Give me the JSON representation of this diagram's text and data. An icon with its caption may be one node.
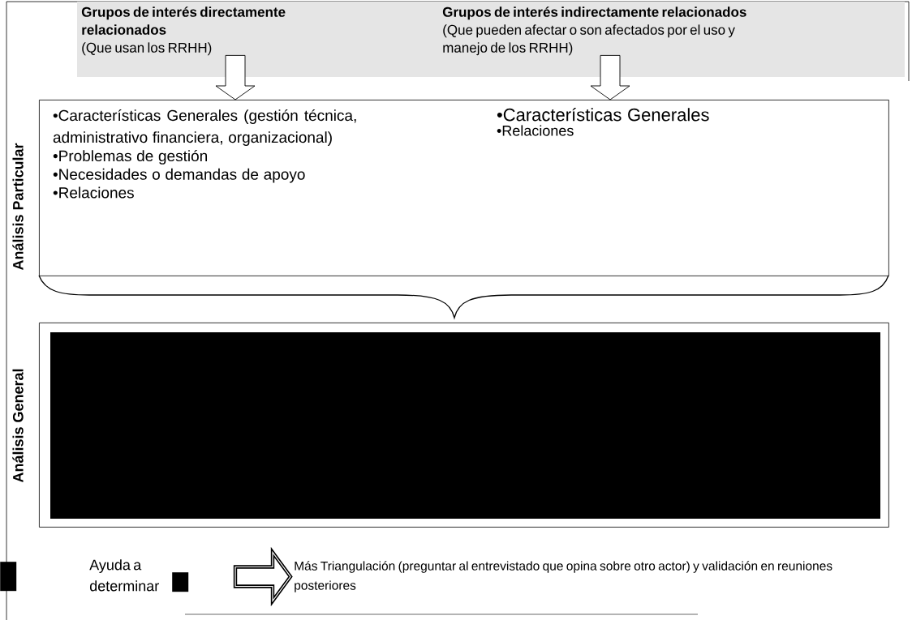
{
  "diagram": {
    "nodes": [
      {
        "text": [
          "Grupos de interés directamente relacionados",
          "(Que usan los RRHH)"
        ]
      },
      {
        "text": [
          "Grupos de interés indirectamente relacionados",
          "(Que pueden afectar o son afectados por el uso y manejo de los RRHH)"
        ]
      },
      {
        "text": [
          "•Características Generales (gestión técnica, administrativo financiera, organizacional)",
          "•Problemas de gestión",
          "•Necesidades o demandas de apoyo",
          "•Relaciones",
          "•Características Generales",
          "•Relaciones"
        ],
        "beside": [
          "Análisis Particular"
        ]
      },
      {
        "text": [],
        "shape": "box",
        "beside": [
          "Análisis General"
        ]
      },
      {
        "text": [],
        "shape": "box"
      },
      {
        "text": [
          "Ayuda a determinar"
        ]
      },
      {
        "text": [],
        "shape": "box"
      },
      {
        "text": [
          "Más Triangulación (preguntar al entrevistado que opina sobre otro actor) y validación en reuniones posteriores"
        ]
      }
    ],
    "edges": [
      {
        "from": 0,
        "to": 2,
        "arrow": "to"
      },
      {
        "from": 1,
        "to": 2,
        "arrow": "to"
      },
      {
        "from": null,
        "to": 7,
        "arrow": "to"
      }
    ]
  }
}
